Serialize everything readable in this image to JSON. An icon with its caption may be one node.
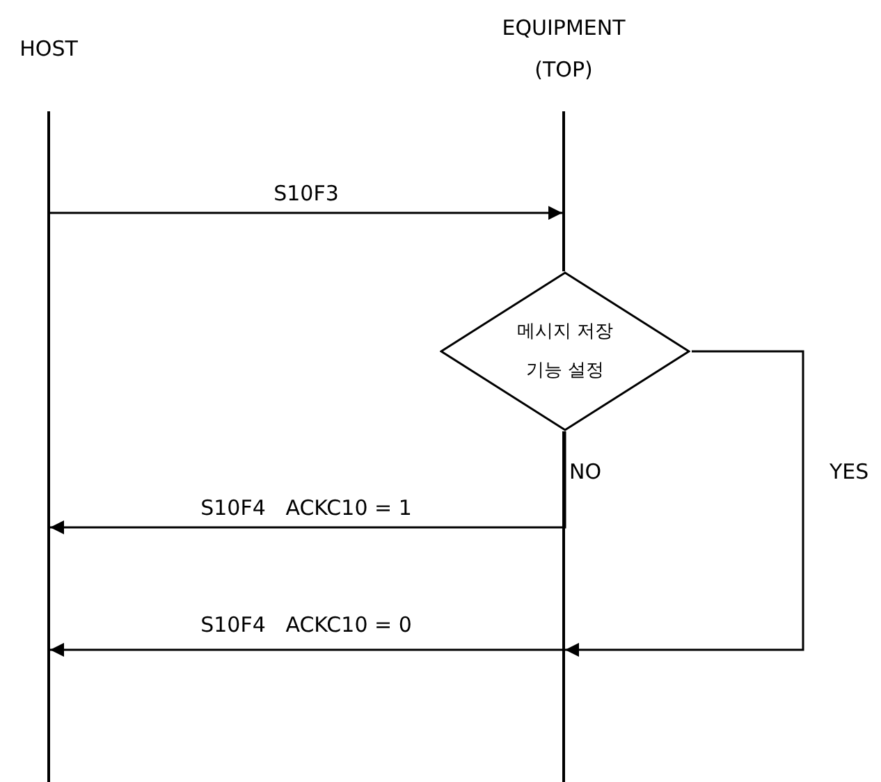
{
  "diagram": {
    "nodes": [
      {
        "text": [
          "HOST"
        ]
      },
      {
        "text": [
          "EQUIPMENT (TOP)"
        ]
      },
      {
        "text": [
          "메시지 저장 기능 설정"
        ]
      }
    ],
    "edges": [
      {
        "from": 0,
        "to": 1,
        "arrow": "to",
        "label": "S10F3"
      },
      {
        "from": 2,
        "to": 0,
        "arrow": "to",
        "label": "S10F4   ACKC10 = 1"
      },
      {
        "from": 2,
        "to": 1,
        "arrow": "to"
      },
      {
        "from": 1,
        "to": 0,
        "arrow": "to",
        "label": "S10F4   ACKC10 = 0"
      }
    ],
    "labels": [
      "NO",
      "YES"
    ]
  }
}
